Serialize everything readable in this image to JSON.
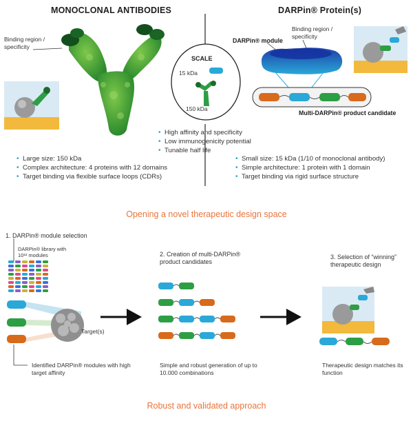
{
  "top": {
    "mab_title": "MONOCLONAL ANTIBODIES",
    "darpin_title": "DARPin® Protein(s)",
    "mab_binding_label": "Binding region / specificity",
    "darpin_binding_label": "Binding region / specificity",
    "darpin_module_label": "DARPin® module",
    "multi_label": "Multi-DARPin® product candidate",
    "scale_title": "SCALE",
    "scale_15": "15 kDa",
    "scale_150": "150 kDa",
    "center_bullets": [
      "High affinity and specificity",
      "Low immunogenicity potential",
      "Tunable half life"
    ],
    "mab_bullets": [
      "Large size: 150 kDa",
      "Complex architecture: 4 proteins with 12 domains",
      "Target binding via flexible surface loops (CDRs)"
    ],
    "darpin_bullets": [
      "Small size: 15 kDa (1/10 of monoclonal antibody)",
      "Simple architecture: 1 protein with 1 domain",
      "Target binding via rigid surface structure"
    ]
  },
  "middle_heading": "Opening a novel therapeutic design space",
  "steps": {
    "step1_title": "1. DARPin® module selection",
    "library_label_a": "DARPin® library with",
    "library_label_b": "10¹² modules",
    "target_label": "Target(s)",
    "step1_caption": "Identified DARPin® modules with high target affinity",
    "step2_title": "2. Creation of multi-DARPin® product candidates",
    "step2_caption": "Simple and robust generation of up to 10.000 combinations",
    "step3_title": "3. Selection of “winning” therapeutic design",
    "step3_caption": "Therapeutic design matches its function"
  },
  "bottom_heading": "Robust and validated approach",
  "colors": {
    "blue": "#2aa8d8",
    "green": "#2e9e44",
    "orange": "#d86a1c",
    "accent_text": "#e8743b"
  }
}
